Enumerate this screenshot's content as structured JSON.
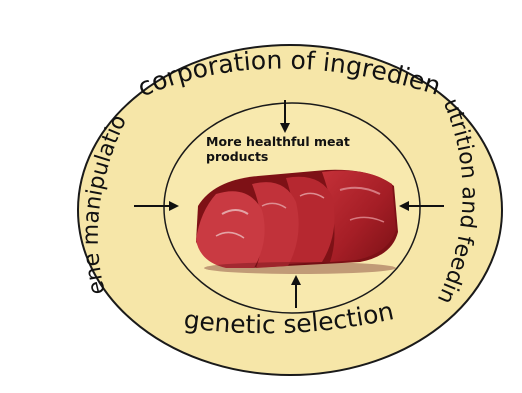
{
  "diagram": {
    "ring_labels": {
      "top": "incorporation of ingredients",
      "left": "gene manipulation",
      "right": "nutrition and feeding",
      "bottom": "genetic selection"
    },
    "center_label_lines": [
      "More healthful meat",
      "products"
    ],
    "colors": {
      "outer_fill": "#f6e6a8",
      "outer_stroke": "#1a1a1a",
      "inner_fill": "#f8e9ae",
      "inner_stroke": "#1a1a1a",
      "arrow": "#111111",
      "meat_dark": "#8e1418",
      "meat_mid": "#b5242c",
      "meat_light": "#d9565c",
      "fat": "#e8c9c4"
    },
    "center_image": "raw-beef-slices-image"
  }
}
